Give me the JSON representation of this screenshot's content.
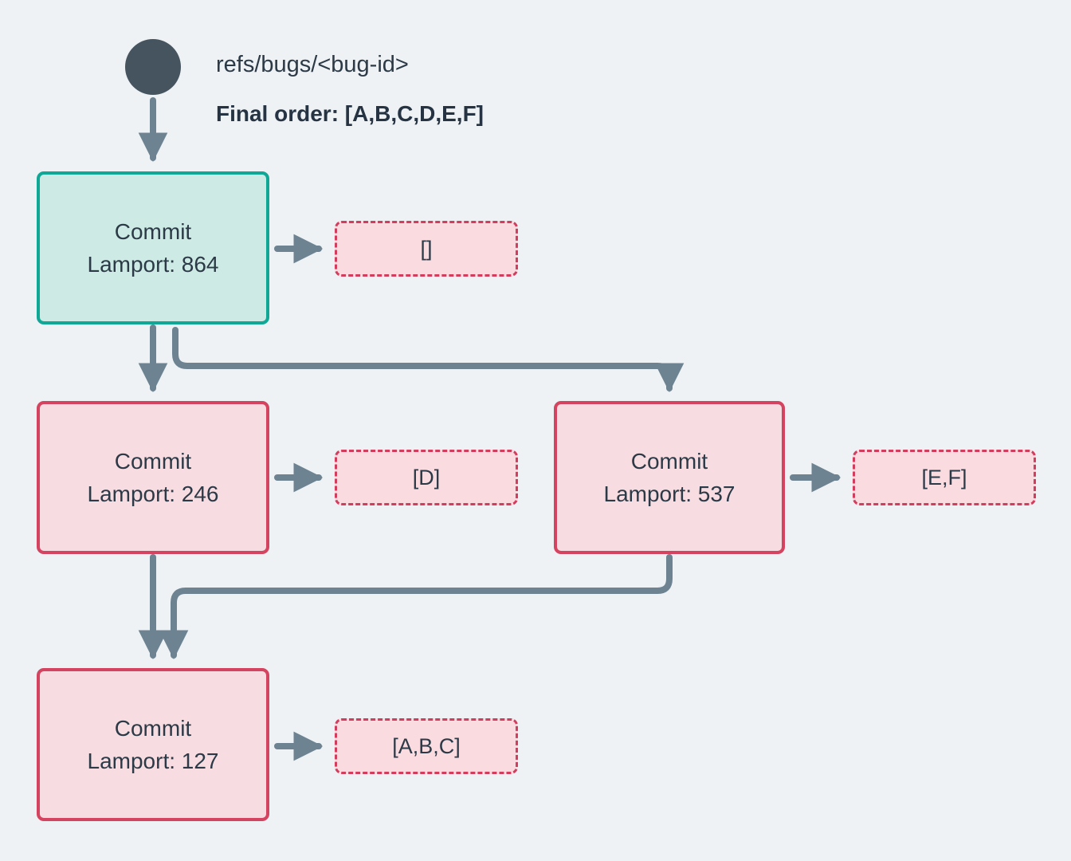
{
  "diagram": {
    "background": "#eef2f5",
    "accent_teal": "#10a796",
    "accent_pink": "#d4435f",
    "edge_color": "#6d8391",
    "start_node_color": "#46545f",
    "start_node_name": "start-dot",
    "header": {
      "ref": "refs/bugs/<bug-id>",
      "final_order": "Final order: [A,B,C,D,E,F]"
    },
    "nodes": [
      {
        "id": "commit-864",
        "title": "Commit",
        "subtitle": "Lamport: 864",
        "style": "teal",
        "payload": "[]"
      },
      {
        "id": "commit-246",
        "title": "Commit",
        "subtitle": "Lamport: 246",
        "style": "pink",
        "payload": "[D]"
      },
      {
        "id": "commit-537",
        "title": "Commit",
        "subtitle": "Lamport: 537",
        "style": "pink",
        "payload": "[E,F]"
      },
      {
        "id": "commit-127",
        "title": "Commit",
        "subtitle": "Lamport: 127",
        "style": "pink",
        "payload": "[A,B,C]"
      }
    ]
  }
}
